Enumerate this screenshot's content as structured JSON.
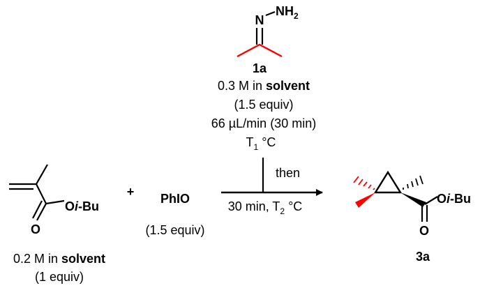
{
  "colors": {
    "ink": "#000000",
    "highlight": "#ff0000"
  },
  "reagent_1a": {
    "atom_N": "N",
    "atom_NH": "NH",
    "atom_NH_sub": "2",
    "label": "1a",
    "conc_prefix": "0.3 M in ",
    "conc_solvent": "solvent",
    "equiv": "(1.5 equiv)",
    "rate": "66 µL/min (30 min)",
    "temp_base": "T",
    "temp_sub": "1",
    "temp_rest": " °C"
  },
  "substrate": {
    "ester_O": "O",
    "ester_i": "i",
    "ester_bu": "-Bu",
    "carbonyl_O": "O",
    "conc_prefix": "0.2 M in ",
    "conc_solvent": "solvent",
    "equiv": "(1 equiv)"
  },
  "plus": "+",
  "oxidant": {
    "name": "PhIO",
    "equiv": "(1.5 equiv)"
  },
  "arrow": {
    "then": "then",
    "cond_prefix": "30 min, ",
    "temp_base": "T",
    "temp_sub": "2",
    "temp_rest": " °C"
  },
  "product": {
    "ester_O": "O",
    "ester_i": "i",
    "ester_bu": "-Bu",
    "carbonyl_O": "O",
    "label": "3a"
  }
}
